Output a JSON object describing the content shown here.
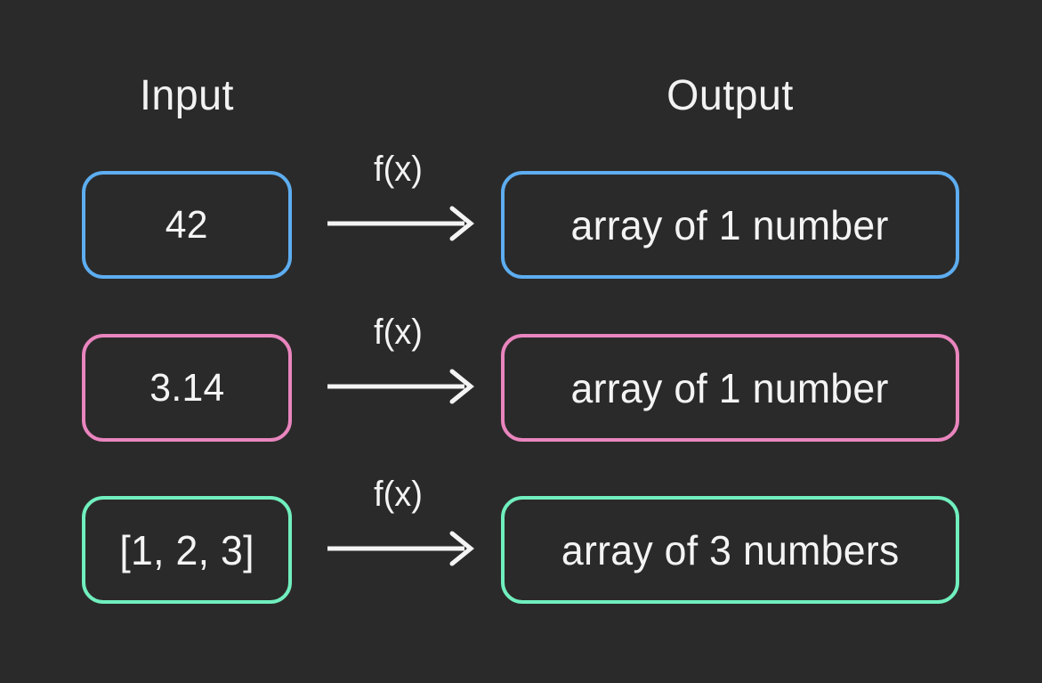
{
  "page": {
    "background_color": "#2b2a2a",
    "text_color": "#f4f4f4"
  },
  "headings": {
    "input": "Input",
    "output": "Output"
  },
  "arrow_label": "f(x)",
  "rows": [
    {
      "color": "#5dadf0",
      "input": "42",
      "arrow": "f(x)",
      "output": "array of 1 number"
    },
    {
      "color": "#e985be",
      "input": "3.14",
      "arrow": "f(x)",
      "output": "array of 1 number"
    },
    {
      "color": "#70efbe",
      "input": "[1, 2, 3]",
      "arrow": "f(x)",
      "output": "array of 3 numbers"
    }
  ]
}
